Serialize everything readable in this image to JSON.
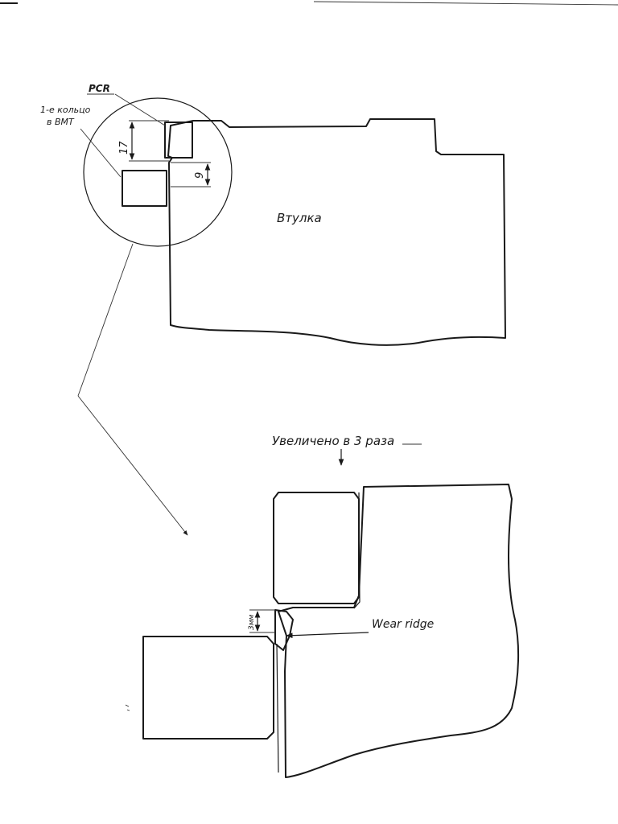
{
  "labels": {
    "pcr": "PCR",
    "ring_line1": "1-е кольцо",
    "ring_line2": "в ВМТ",
    "dim_17": "17",
    "dim_9": "9",
    "bushing": "Втулка",
    "magnified": "Увеличено в 3 раза",
    "dim_3mm": "3мм",
    "wear_ridge": "Wear ridge"
  },
  "colors": {
    "ink": "#1a1a1a",
    "paper": "#ffffff"
  }
}
